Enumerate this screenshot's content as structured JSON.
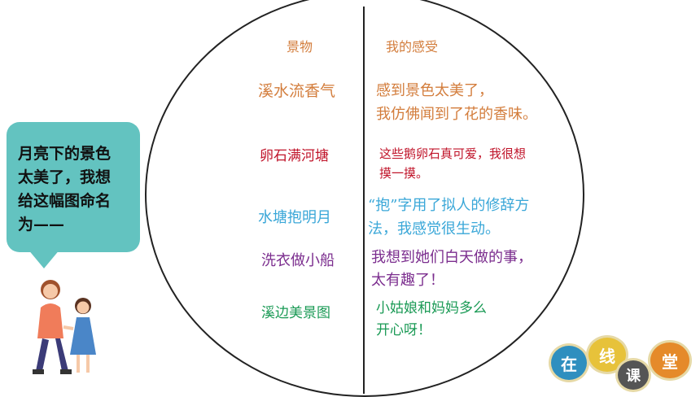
{
  "bubble": {
    "text": "月亮下的景色\n太美了，我想\n给这幅图命名\n为——"
  },
  "table": {
    "header_left": "景物",
    "header_right": "我的感受",
    "rows": [
      {
        "scene": "溪水流香气",
        "feeling": "感到景色太美了，\n我仿佛闻到了花的香味。",
        "color": "#d37d3c"
      },
      {
        "scene": "卵石满河塘",
        "feeling": "这些鹅卵石真可爱，我很想\n摸一摸。",
        "color": "#c0142a"
      },
      {
        "scene": "水塘抱明月",
        "feeling": "“抱”字用了拟人的修辞方\n法，我感觉很生动。",
        "color": "#3aa7d8"
      },
      {
        "scene": "洗衣做小船",
        "feeling": "我想到她们白天做的事，\n太有趣了！",
        "color": "#7b2d8e"
      },
      {
        "scene": "溪边美景图",
        "feeling": "小姑娘和妈妈多么\n开心呀！",
        "color": "#1a9a55"
      }
    ]
  },
  "logo": {
    "c1": "在",
    "c2": "线",
    "c3": "课",
    "c4": "堂"
  }
}
